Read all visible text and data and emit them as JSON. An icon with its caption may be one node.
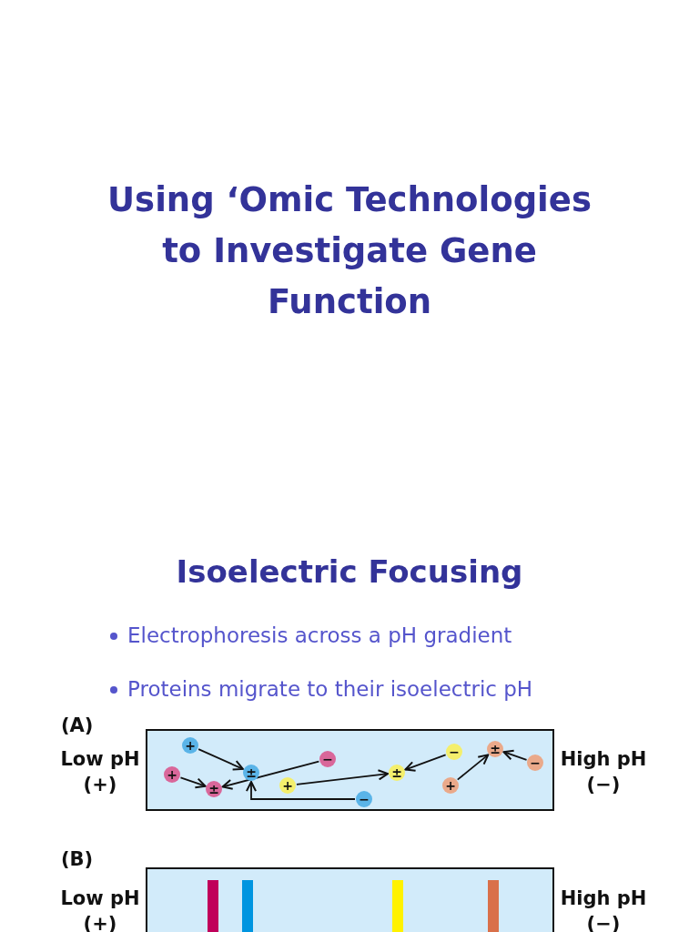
{
  "diagram": {
    "title": "Using ‘Omic Technologies to Investigate Gene Function",
    "nodes": [
      {
        "text": [],
        "shape": "box"
      },
      {
        "text": [
          "+"
        ],
        "in": 0
      },
      {
        "text": [
          "−"
        ],
        "in": 0
      },
      {
        "text": [
          "−"
        ],
        "in": 0
      },
      {
        "text": [
          "±"
        ],
        "in": 0
      },
      {
        "text": [
          "−"
        ],
        "in": 0
      },
      {
        "text": [
          "+"
        ],
        "in": 0
      },
      {
        "text": [
          "±"
        ],
        "in": 0
      },
      {
        "text": [
          "±"
        ],
        "in": 0
      },
      {
        "text": [
          "±"
        ],
        "in": 0
      },
      {
        "text": [
          "+"
        ],
        "in": 0
      },
      {
        "text": [
          "+"
        ],
        "in": 0
      },
      {
        "text": [
          "−"
        ],
        "in": 0
      },
      {
        "text": [],
        "shape": "box"
      },
      {
        "text": [],
        "shape": "bar",
        "in": 13
      },
      {
        "text": [],
        "shape": "bar",
        "in": 13
      },
      {
        "text": [],
        "shape": "bar",
        "in": 13
      },
      {
        "text": [],
        "shape": "bar",
        "in": 13
      }
    ],
    "edges": [
      {
        "from": 1,
        "to": 7,
        "arrow": "to"
      },
      {
        "from": 2,
        "to": 9,
        "arrow": "to"
      },
      {
        "from": 3,
        "to": 8,
        "arrow": "to"
      },
      {
        "from": 5,
        "to": 4,
        "arrow": "to"
      },
      {
        "from": 6,
        "to": 9,
        "arrow": "to"
      },
      {
        "from": 10,
        "to": 8,
        "arrow": "to"
      },
      {
        "from": 11,
        "to": 4,
        "arrow": "to"
      },
      {
        "from": 12,
        "to": 7,
        "arrow": "to"
      }
    ],
    "labels": [
      "Isoelectric Focusing",
      "Electrophoresis across a pH gradient",
      "Proteins migrate to their isoelectric pH",
      "(A)",
      "Low pH (+)",
      "High pH (−)",
      "(B)",
      "Low pH (+)",
      "High pH (−)"
    ]
  }
}
